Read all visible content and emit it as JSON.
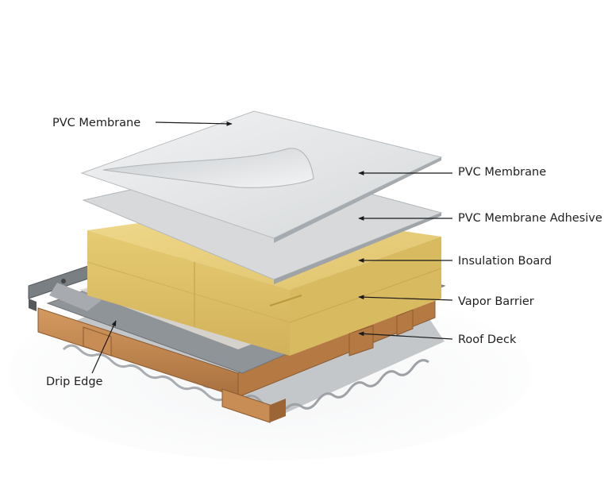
{
  "labels": {
    "top_membrane": "PVC Membrane",
    "pvc_membrane": "PVC Membrane",
    "adhesive": "PVC Membrane Adhesive",
    "insulation": "Insulation Board",
    "vapor_barrier": "Vapor Barrier",
    "roof_deck": "Roof Deck",
    "drip_edge": "Drip Edge"
  },
  "colors": {
    "membrane": "#e3e5e6",
    "insulation": "#e8cf7e",
    "vapor_barrier": "#8a8f93",
    "wood": "#c58a52",
    "corrugated": "#b9bcbf",
    "drip_edge": "#6f7478",
    "leader": "#1a1a1a"
  }
}
